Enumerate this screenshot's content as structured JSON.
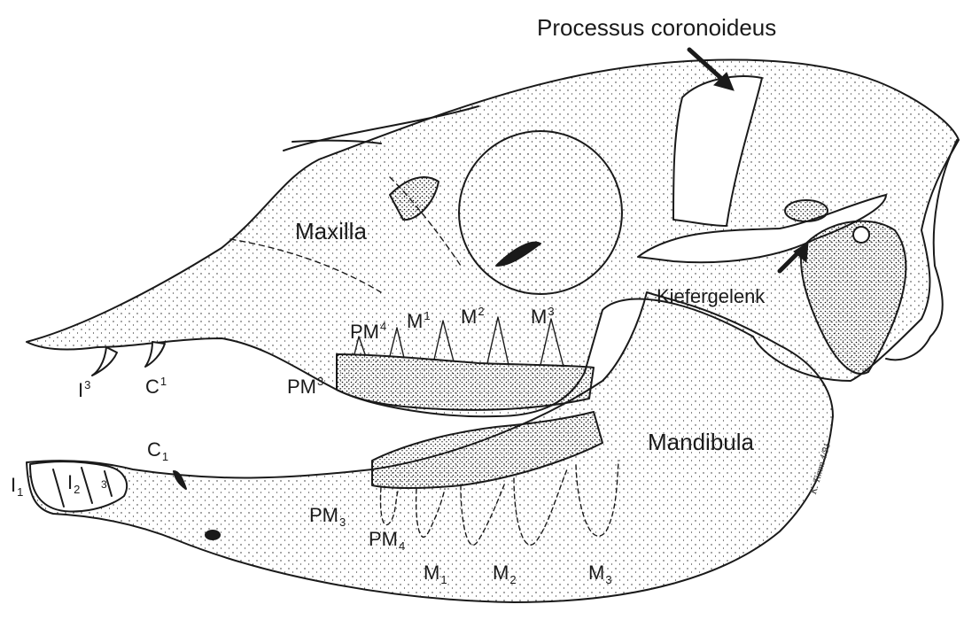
{
  "labels": {
    "processus": "Processus coronoideus",
    "maxilla": "Maxilla",
    "kiefergelenk": "Kiefergelenk",
    "mandibula": "Mandibula"
  },
  "teeth_upper": {
    "i3": {
      "base": "I",
      "idx": "3"
    },
    "c1": {
      "base": "C",
      "idx": "1"
    },
    "pm3": {
      "base": "PM",
      "idx": "3"
    },
    "pm4": {
      "base": "PM",
      "idx": "4"
    },
    "m1": {
      "base": "M",
      "idx": "1"
    },
    "m2": {
      "base": "M",
      "idx": "2"
    },
    "m3": {
      "base": "M",
      "idx": "3"
    }
  },
  "teeth_lower": {
    "c1": {
      "base": "C",
      "idx": "1"
    },
    "i1": {
      "base": "I",
      "idx": "1"
    },
    "i2": {
      "base": "I",
      "idx": "2"
    },
    "i3": {
      "base": "",
      "idx": "3"
    },
    "pm3": {
      "base": "PM",
      "idx": "3"
    },
    "pm4": {
      "base": "PM",
      "idx": "4"
    },
    "m1": {
      "base": "M",
      "idx": "1"
    },
    "m2": {
      "base": "M",
      "idx": "2"
    },
    "m3": {
      "base": "M",
      "idx": "3"
    }
  },
  "signature": "K. Timm 4/91",
  "colors": {
    "ink": "#1a1a1a",
    "paper": "#ffffff"
  }
}
